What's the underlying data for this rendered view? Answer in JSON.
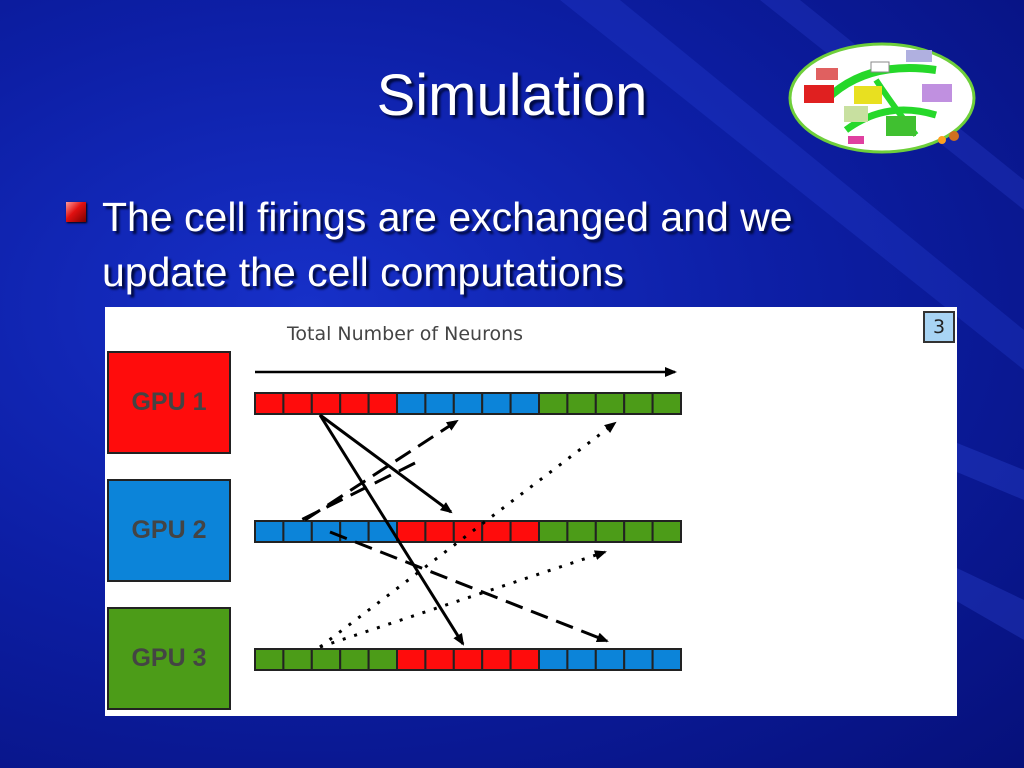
{
  "slide": {
    "title": "Simulation",
    "bullet": "The cell firings are exchanged and we update the cell computations"
  },
  "diagram": {
    "axis_label": "Total Number of Neurons",
    "step": "3",
    "gpus": [
      {
        "label": "GPU 1",
        "color": "#ff0c0c",
        "row": [
          "red",
          "red",
          "red",
          "red",
          "red",
          "blue",
          "blue",
          "blue",
          "blue",
          "blue",
          "green",
          "green",
          "green",
          "green",
          "green"
        ]
      },
      {
        "label": "GPU 2",
        "color": "#0c84d9",
        "row": [
          "blue",
          "blue",
          "blue",
          "blue",
          "blue",
          "red",
          "red",
          "red",
          "red",
          "red",
          "green",
          "green",
          "green",
          "green",
          "green"
        ]
      },
      {
        "label": "GPU 3",
        "color": "#4c9c18",
        "row": [
          "green",
          "green",
          "green",
          "green",
          "green",
          "red",
          "red",
          "red",
          "red",
          "red",
          "blue",
          "blue",
          "blue",
          "blue",
          "blue"
        ]
      }
    ],
    "cell_colors": {
      "red": "#ff0c0c",
      "blue": "#0c84d9",
      "green": "#4c9c18"
    },
    "arrow_styles": {
      "solid": "GPU 1 firings",
      "dashed": "GPU 2 firings",
      "dotted": "GPU 3 firings"
    }
  }
}
